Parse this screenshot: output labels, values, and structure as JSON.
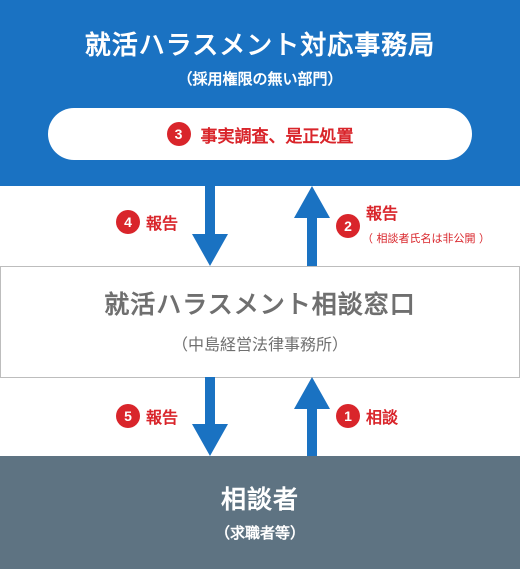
{
  "top": {
    "title": "就活ハラスメント対応事務局",
    "subtitle": "（採用権限の無い部門）",
    "step3": {
      "num": "3",
      "label": "事実調査、是正処置"
    }
  },
  "middle": {
    "title": "就活ハラスメント相談窓口",
    "subtitle": "（中島経営法律事務所）"
  },
  "bottom": {
    "title": "相談者",
    "subtitle": "（求職者等）"
  },
  "arrows": {
    "step4": {
      "num": "4",
      "label": "報告"
    },
    "step2": {
      "num": "2",
      "label": "報告",
      "note": "（ 相談者氏名は非公開 ）"
    },
    "step5": {
      "num": "5",
      "label": "報告"
    },
    "step1": {
      "num": "1",
      "label": "相談"
    }
  },
  "colors": {
    "top_bg": "#1a72c2",
    "bottom_bg": "#5e7382",
    "accent_red": "#d9252b",
    "arrow_blue": "#1a72c2"
  }
}
